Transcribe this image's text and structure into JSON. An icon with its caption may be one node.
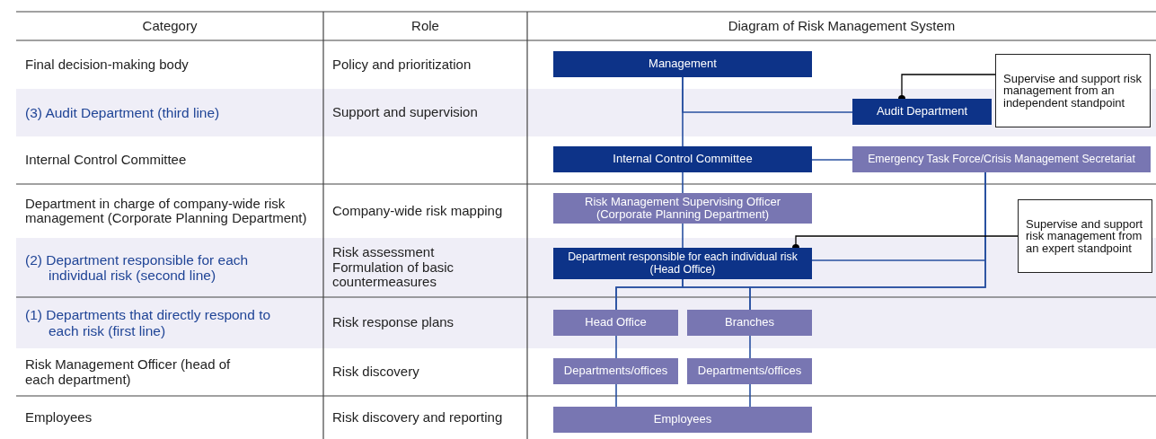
{
  "diagram": {
    "nodes": [
      {
        "text": [
          "Management"
        ]
      },
      {
        "text": [
          "Audit Department"
        ]
      },
      {
        "text": [
          "Supervise and support risk management from an independent standpoint"
        ]
      },
      {
        "text": [
          "Internal Control Committee"
        ]
      },
      {
        "text": [
          "Emergency Task Force/Crisis Management Secretariat"
        ]
      },
      {
        "text": [
          "Risk Management Supervising Officer (Corporate Planning Department)"
        ]
      },
      {
        "text": [
          "Department responsible for each individual risk (Head Office)"
        ]
      },
      {
        "text": [
          "Supervise and support risk management from an expert standpoint"
        ]
      },
      {
        "text": [
          "Head Office"
        ]
      },
      {
        "text": [
          "Branches"
        ]
      },
      {
        "text": [
          "Departments/offices"
        ]
      },
      {
        "text": [
          "Departments/offices"
        ]
      },
      {
        "text": [
          "Employees"
        ]
      }
    ],
    "edges": [
      {
        "from": 0,
        "to": 3,
        "arrow": "none"
      },
      {
        "from": 0,
        "to": 1,
        "arrow": "none"
      },
      {
        "from": 3,
        "to": 4,
        "arrow": "none"
      },
      {
        "from": 3,
        "to": 5,
        "arrow": "none"
      },
      {
        "from": 5,
        "to": 6,
        "arrow": "none"
      },
      {
        "from": 4,
        "to": 6,
        "arrow": "none"
      },
      {
        "from": 6,
        "to": 8,
        "arrow": "none"
      },
      {
        "from": 6,
        "to": 9,
        "arrow": "none"
      },
      {
        "from": 4,
        "to": 8,
        "arrow": "none"
      },
      {
        "from": 4,
        "to": 9,
        "arrow": "none"
      },
      {
        "from": 8,
        "to": 10,
        "arrow": "none"
      },
      {
        "from": 9,
        "to": 11,
        "arrow": "none"
      },
      {
        "from": 10,
        "to": 12,
        "arrow": "none"
      },
      {
        "from": 11,
        "to": 12,
        "arrow": "none"
      },
      {
        "from": 2,
        "to": 1,
        "arrow": "other",
        "color": "#000000"
      },
      {
        "from": 7,
        "to": 6,
        "arrow": "other",
        "color": "#000000"
      }
    ],
    "labels": [
      "Category",
      "Role",
      "Diagram of Risk Management System",
      "Final decision-making body",
      "Policy and prioritization",
      "(3) Audit Department (third line)",
      "Support and supervision",
      "Internal Control Committee",
      "Department in charge of company-wide risk management (Corporate Planning Department)",
      "Company-wide risk mapping",
      "(2) Department responsible for each individual risk (second line)",
      "Risk assessment Formulation of basic countermeasures",
      "(1) Departments that directly respond to each risk (first line)",
      "Risk response plans",
      "Risk Management Officer (head of each department)",
      "Risk discovery",
      "Employees",
      "Risk discovery and reporting"
    ]
  }
}
